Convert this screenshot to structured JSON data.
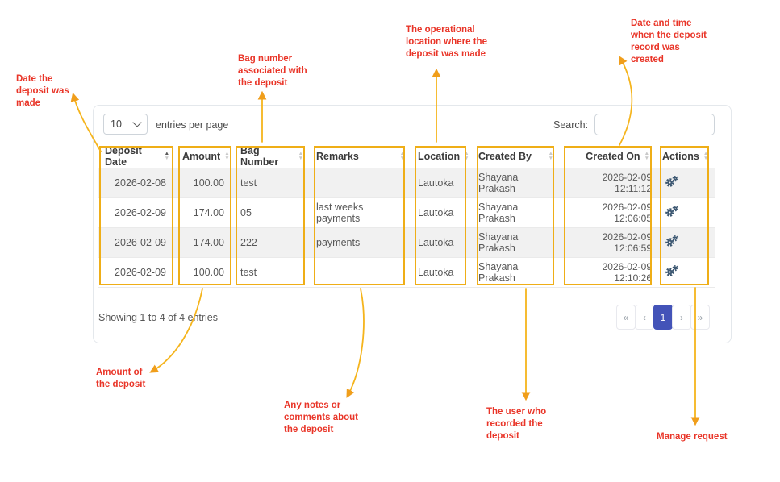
{
  "colors": {
    "annotation_red": "#e93528",
    "arrow_gold": "#f5b41c",
    "outline_gold": "#efae17",
    "active_page_bg": "#4353b8",
    "cogs_icon": "#3d5872",
    "stripe_gray": "#f1f1f1"
  },
  "controls": {
    "page_length_value": "10",
    "page_length_label": "entries per page",
    "search_label": "Search:",
    "search_value": ""
  },
  "table": {
    "columns": [
      {
        "label": "Deposit Date",
        "sort": "asc"
      },
      {
        "label": "Amount",
        "sort": "none"
      },
      {
        "label": "Bag Number",
        "sort": "none"
      },
      {
        "label": "Remarks",
        "sort": "none"
      },
      {
        "label": "Location",
        "sort": "none"
      },
      {
        "label": "Created By",
        "sort": "none"
      },
      {
        "label": "Created On",
        "sort": "none"
      },
      {
        "label": "Actions",
        "sort": "none"
      }
    ],
    "rows": [
      [
        "2026-02-08",
        "100.00",
        "test",
        "",
        "Lautoka",
        "Shayana Prakash",
        "2026-02-09 12:11:12"
      ],
      [
        "2026-02-09",
        "174.00",
        "05",
        "last weeks payments",
        "Lautoka",
        "Shayana Prakash",
        "2026-02-09 12:06:05"
      ],
      [
        "2026-02-09",
        "174.00",
        "222",
        "payments",
        "Lautoka",
        "Shayana Prakash",
        "2026-02-09 12:06:59"
      ],
      [
        "2026-02-09",
        "100.00",
        "test",
        "",
        "Lautoka",
        "Shayana Prakash",
        "2026-02-09 12:10:26"
      ]
    ]
  },
  "footer": {
    "info": "Showing 1 to 4 of 4 entries",
    "pagination": {
      "first": "«",
      "prev": "‹",
      "page": "1",
      "next": "›",
      "last": "»"
    }
  },
  "icons": {
    "sort_up": "▲",
    "sort_down": "▼",
    "cogs": "manage-cogs"
  },
  "annotations": {
    "deposit_date": "Date the\ndeposit was\nmade",
    "bag_number": "Bag number\nassociated with\nthe deposit",
    "location": "The operational\nlocation where the\ndeposit was made",
    "created_on": "Date and time\nwhen the deposit\nrecord was\ncreated",
    "amount": "Amount of\nthe deposit",
    "remarks": "Any notes or\ncomments about\nthe deposit",
    "created_by": "The user who\nrecorded the\ndeposit",
    "actions": "Manage request"
  }
}
